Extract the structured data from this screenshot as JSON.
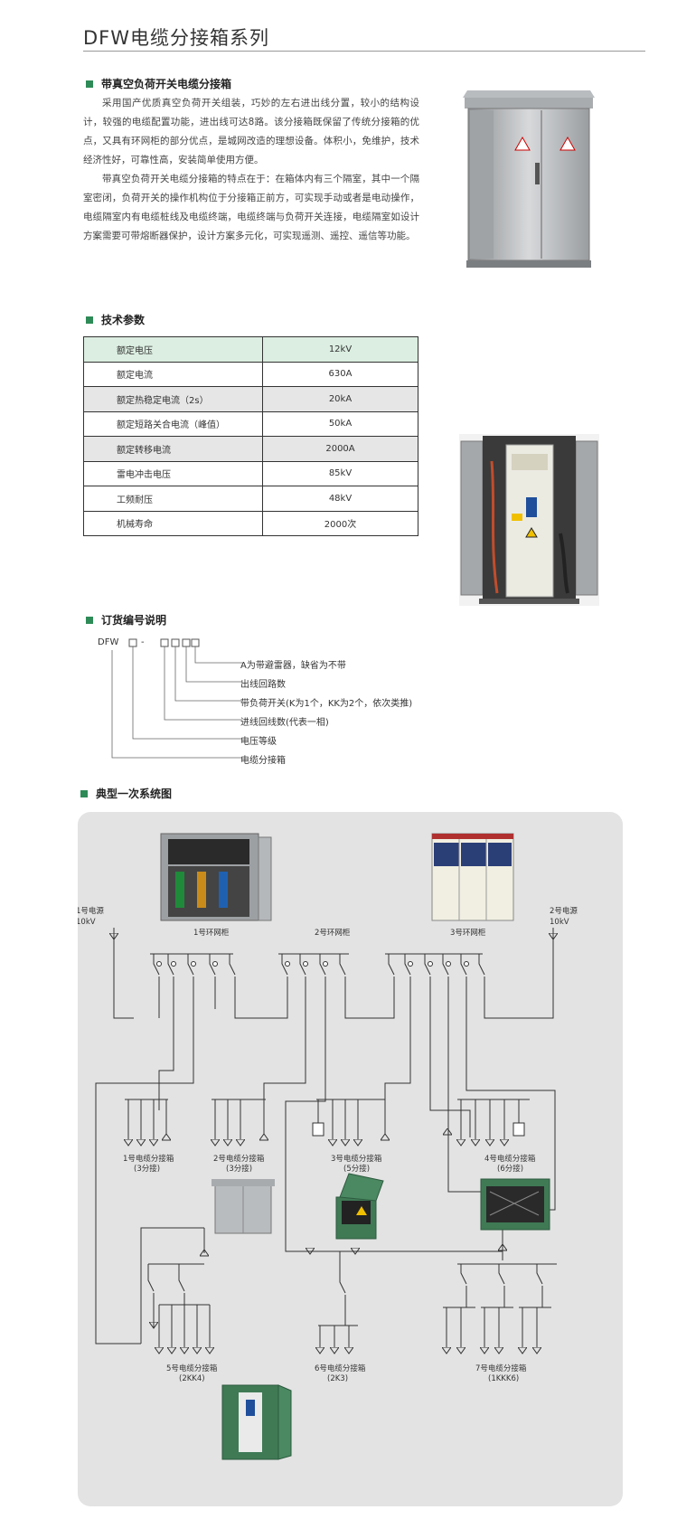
{
  "page": {
    "title": "DFW电缆分接箱系列"
  },
  "section1": {
    "heading": "带真空负荷开关电缆分接箱",
    "para1": "采用国产优质真空负荷开关组装，巧妙的左右进出线分置，较小的结构设计，较强的电缆配置功能，进出线可达8路。该分接箱既保留了传统分接箱的优点，又具有环网柜的部分优点，是城网改造的理想设备。体积小，免维护，技术经济性好，可靠性高，安装简单使用方便。",
    "para2": "带真空负荷开关电缆分接箱的特点在于：在箱体内有三个隔室，其中一个隔室密闭，负荷开关的操作机构位于分接箱正前方，可实现手动或者是电动操作，电缆隔室内有电缆桩线及电缆终端，电缆终端与负荷开关连接，电缆隔室如设计方案需要可带熔断器保护，设计方案多元化，可实现遥测、遥控、遥信等功能。"
  },
  "section2": {
    "heading": "技术参数",
    "rows": [
      {
        "name": "额定电压",
        "value": "12kV"
      },
      {
        "name": "额定电流",
        "value": "630A"
      },
      {
        "name": "额定热稳定电流（2s）",
        "value": "20kA"
      },
      {
        "name": "额定短路关合电流（峰值）",
        "value": "50kA"
      },
      {
        "name": "额定转移电流",
        "value": "2000A"
      },
      {
        "name": "雷电冲击电压",
        "value": "85kV"
      },
      {
        "name": "工频耐压",
        "value": "48kV"
      },
      {
        "name": "机械寿命",
        "value": "2000次"
      }
    ]
  },
  "section3": {
    "heading": "订货编号说明",
    "code_prefix": "DFW",
    "code_dash": "-",
    "items": [
      "A为带避雷器，缺省为不带",
      "出线回路数",
      "带负荷开关(K为1个，KK为2个，依次类推)",
      "进线回线数(代表一相)",
      "电压等级",
      "电缆分接箱"
    ]
  },
  "section4": {
    "heading": "典型一次系统图",
    "source1": [
      "1号电源",
      "10kV"
    ],
    "source2": [
      "2号电源",
      "10kV"
    ],
    "ring1": "1号环网柜",
    "ring2": "2号环网柜",
    "ring3": "3号环网柜",
    "box1": [
      "1号电缆分接箱",
      "(3分接)"
    ],
    "box2": [
      "2号电缆分接箱",
      "(3分接)"
    ],
    "box3": [
      "3号电缆分接箱",
      "(5分接)"
    ],
    "box4": [
      "4号电缆分接箱",
      "(6分接)"
    ],
    "box5": [
      "5号电缆分接箱",
      "(2KK4)"
    ],
    "box6": [
      "6号电缆分接箱",
      "(2K3)"
    ],
    "box7": [
      "7号电缆分接箱",
      "(1KKK6)"
    ]
  },
  "colors": {
    "accent": "#2e8b57",
    "table_highlight": "#dbeee1",
    "diagram_bg": "#e3e3e3",
    "cabinet_green": "#3f7a55"
  }
}
